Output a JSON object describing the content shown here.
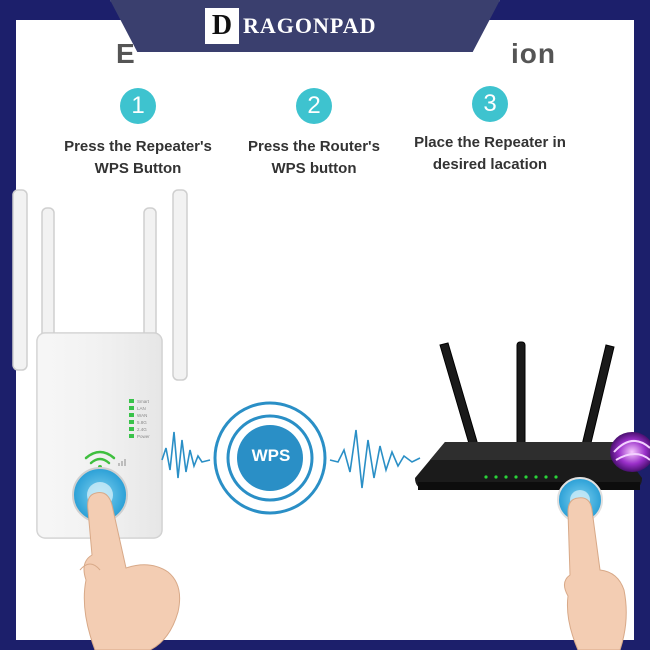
{
  "brand": {
    "first_letter": "D",
    "rest": "RAGONPAD"
  },
  "headline": {
    "left_fragment": "E",
    "right_fragment": "ion"
  },
  "steps": [
    {
      "number": "1",
      "line1": "Press the Repeater's",
      "line2": "WPS Button"
    },
    {
      "number": "2",
      "line1": "Press the Router's",
      "line2": "WPS button"
    },
    {
      "number": "3",
      "line1": "Place the Repeater in",
      "line2": "desired lacation"
    }
  ],
  "wps_label": "WPS",
  "repeater_leds": [
    "Smart",
    "LAN",
    "WAN",
    "5.8G",
    "2.4G",
    "Power"
  ],
  "colors": {
    "border": "#1c1f6b",
    "banner": "#3a3f6e",
    "accent": "#3ec3cf",
    "wave": "#2a8fc6"
  }
}
